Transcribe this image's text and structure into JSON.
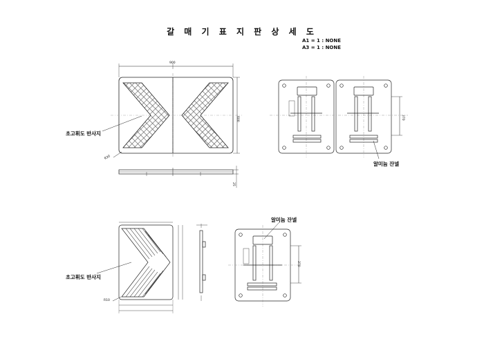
{
  "title": "갈 매 기 표 지 판 상 세 도",
  "scale": {
    "a1": "A1 = 1 : NONE",
    "a3": "A3 = 1 : NONE"
  },
  "callouts": {
    "reflective_sheet_top": "초고휘도 반사지",
    "reflective_sheet_bottom": "초고휘도 반사지",
    "aluminum_panel_right": "알미늄 잔넬",
    "aluminum_panel_bottom": "알미늄 잔넬"
  },
  "dimensions": {
    "front_width": "900",
    "front_height": "600",
    "corner_radius_top": "R30",
    "thickness": "25",
    "back_dim_top": "370",
    "back_dim_bottom": "370",
    "corner_radius_bottom": "R10"
  }
}
